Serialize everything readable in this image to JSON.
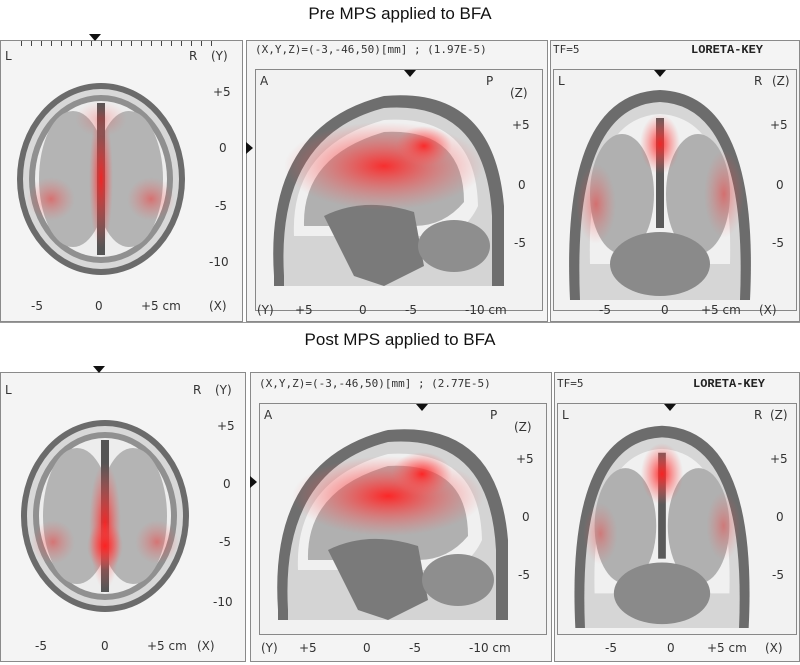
{
  "captions": {
    "pre": "Pre MPS applied to BFA",
    "post": "Post MPS applied to BFA"
  },
  "rows": [
    {
      "readout": "(X,Y,Z)=(-3,-46,50)[mm] ; (1.97E-5)",
      "tf": "TF=5",
      "software": "LORETA-KEY",
      "axial": {
        "left": "L",
        "right": "R",
        "axis": "(Y)",
        "y_ticks": [
          "+5",
          "0",
          "-5",
          "-10"
        ],
        "x_ticks": [
          "-5",
          "0",
          "+5 cm"
        ],
        "x_axis": "(X)"
      },
      "sagittal": {
        "left": "A",
        "right": "P",
        "axis": "(Z)",
        "z_ticks": [
          "+5",
          "0",
          "-5"
        ],
        "y_axis": "(Y)",
        "y_ticks": [
          "+5",
          "0",
          "-5",
          "-10 cm"
        ]
      },
      "coronal": {
        "left": "L",
        "right": "R",
        "axis": "(Z)",
        "z_ticks": [
          "+5",
          "0",
          "-5"
        ],
        "x_ticks": [
          "-5",
          "0",
          "+5 cm"
        ],
        "x_axis": "(X)"
      }
    },
    {
      "readout": "(X,Y,Z)=(-3,-46,50)[mm] ; (2.77E-5)",
      "tf": "TF=5",
      "software": "LORETA-KEY",
      "axial": {
        "left": "L",
        "right": "R",
        "axis": "(Y)",
        "y_ticks": [
          "+5",
          "0",
          "-5",
          "-10"
        ],
        "x_ticks": [
          "-5",
          "0",
          "+5 cm"
        ],
        "x_axis": "(X)"
      },
      "sagittal": {
        "left": "A",
        "right": "P",
        "axis": "(Z)",
        "z_ticks": [
          "+5",
          "0",
          "-5"
        ],
        "y_axis": "(Y)",
        "y_ticks": [
          "+5",
          "0",
          "-5",
          "-10 cm"
        ]
      },
      "coronal": {
        "left": "L",
        "right": "R",
        "axis": "(Z)",
        "z_ticks": [
          "+5",
          "0",
          "-5"
        ],
        "x_ticks": [
          "-5",
          "0",
          "+5 cm"
        ],
        "x_axis": "(X)"
      }
    }
  ],
  "colors": {
    "activation": "#ff3030",
    "brain_grey": "#a8a8a8",
    "skull": "#5a5a5a",
    "frame": "#8a8a8a"
  }
}
